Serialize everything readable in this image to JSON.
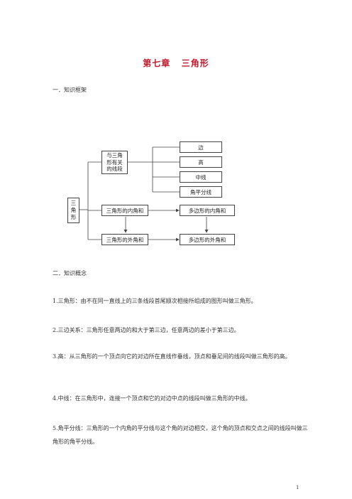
{
  "title": "第七章   三角形",
  "section1": "一．知识框架",
  "diagram": {
    "root": [
      "三",
      "角",
      "形"
    ],
    "related": [
      "与三角",
      "形有关",
      "的线段"
    ],
    "edge": "边",
    "height": "高",
    "median": "中线",
    "bisector": "角平分线",
    "interior": "三角形的内角和",
    "exterior": "三角形的外角和",
    "poly_interior": "多边形的内角和",
    "poly_exterior": "多边形的外角和"
  },
  "section2": "二．知识概念",
  "items": [
    "1.三角形：由不在同一直线上的三条线段首尾顺次相接所组成的图形叫做三角形。",
    "2.三边关系：三角形任意两边的和大于第三边，任意两边的差小于第三边。",
    "3.高：从三角形的一个顶点向它的对边所在直线作垂线，顶点和垂足间的线段叫做三角形的高。",
    "4.中线：在三角形中，连接一个顶点和它的对边中点的线段叫做三角形的中线。",
    "5.角平分线：三角形的一个内角的平分线与这个角的对边相交，这个角的顶点和交点之间的线段叫做三角形的角平分线。"
  ],
  "page_number": "1"
}
